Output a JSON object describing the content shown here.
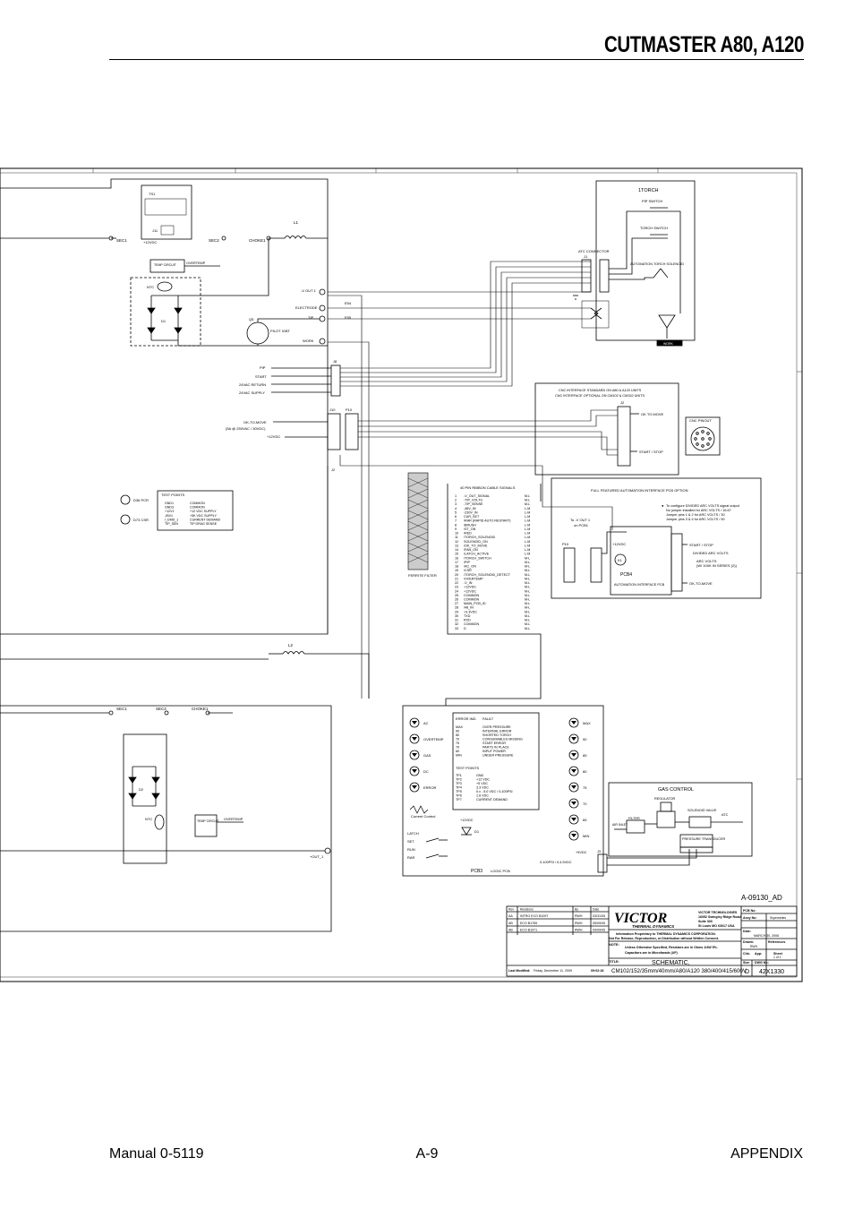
{
  "header": {
    "title": "CUTMASTER A80, A120"
  },
  "footer": {
    "left": "Manual 0-5119",
    "center": "A-9",
    "right": "APPENDIX"
  },
  "schematic": {
    "drawing_ref": "A-09130_AD",
    "labels": {
      "sec1_top": "SEC1",
      "sec2_top": "SEC2",
      "choke1_top": "CHOKE1",
      "l1": "L1",
      "l2": "L2",
      "ts1": "TS1",
      "j11": "J11",
      "plus12vdc": "+12VDC",
      "temp_circuit": "TEMP CIRCUIT",
      "overtemp": "OVERTEMP",
      "ntc": "NTC",
      "d1": "D1",
      "d2": "D2",
      "q5": "Q5",
      "pilot_igbt": "PILOT IGBT",
      "v_out_1": "-V OUT 1",
      "electrode": "ELECTRODE",
      "tip": "TIP",
      "work": "WORK",
      "e54": "E54",
      "e55": "E55",
      "j8": "J8",
      "pip": "PIP",
      "start": "START",
      "ac_return": "24VAC RETURN",
      "ac_supply": "24VAC SUPPLY",
      "j10": "J10",
      "p10": "P10",
      "ok_to_move": "OK-TO-MOVE",
      "ok_to_move_rating": "(5A @ 250VAC / 30VDC)",
      "j2": "J2",
      "ds6": "D36 PCR",
      "ds7": "D73 CSR",
      "torch_title": "1TORCH",
      "pip_switch": "PIP SWITCH",
      "torch_switch": "TORCH SWITCH",
      "atc_connector": "ATC CONNECTOR",
      "j1": "J1",
      "automation_solenoid": "AUTOMATION TORCH SOLENOID",
      "work_clamp": "WORK",
      "cnc_title_1": "CNC INTERFACE STANDARD ON A80 & A120 UNITS",
      "cnc_title_2": "CNC INTERFACE OPTIONAL ON CM102 & CM152 UNITS",
      "cnc_ok": "OK TO MOVE",
      "cnc_start": "START / STOP",
      "cnc_pinout": "CNC PINOUT",
      "ribbon_title": "40 PIN RIBBON CABLE SIGNALS",
      "ferrite": "FERRITE FILTER",
      "auto_title": "FULL FEATURED AUTOMATION INTERFACE PCB OPTION",
      "auto_note_1": "To configure DIVIDED ARC VOLTS signal output",
      "auto_note_2": "No jumper installed for ARC VOLTS / 16.67",
      "auto_note_3": "Jumper pins 1 & 2 for ARC VOLTS / 30",
      "auto_note_4": "Jumper pins 3 & 4 for ARC VOLTS / 50",
      "to_vout": "To -V OUT 1",
      "on_pcb1": "on PCB1",
      "pcb4": "PCB4",
      "auto_pcb": "AUTOMATION INTERFACE PCB",
      "auto_start": "START / STOP",
      "auto_div": "DIVIDED ARC VOLTS",
      "auto_arc": "ARC VOLTS",
      "auto_series": "(W/ 100K IN SERIES (2))",
      "auto_ok": "OK-TO-MOVE",
      "sec1_bot": "SEC1",
      "sec2_bot": "SEC2",
      "choke1_bot": "CHOKE1",
      "out1": "+OUT_1",
      "tp_title": "TEST POINTS",
      "led_ac": "AC",
      "led_overtemp": "OVERTEMP",
      "led_gas": "GAS",
      "led_dc": "DC",
      "led_error": "ERROR",
      "err_title_1": "ERROR IND.",
      "err_title_2": "FAULT",
      "tp2_title": "TEST POINTS",
      "current_control": "Current Control",
      "latch": "LATCH",
      "set": "SET",
      "run": "RUN",
      "rar": "RAR",
      "pcb3": "PCB3",
      "logic_pcb": "LOGIC PCB",
      "psi_max": "MAX",
      "psi_min": "MIN",
      "gas_control": "GAS CONTROL",
      "regulator": "REGULATOR",
      "solenoid_valve": "SOLENOID VALVE",
      "filter": "FILTER",
      "air_inlet": "AIR INLET",
      "atc": "ATC",
      "pressure_transducer": "PRESSURE TRANSDUCER",
      "transducer_range": "0-100PSI / 0-4.5VDC",
      "five_vdc": "+5VDC"
    },
    "test_points_top": [
      [
        "GND1",
        "COMMON"
      ],
      [
        "GND3",
        "COMMON"
      ],
      [
        "+12V1",
        "+12 VDC SUPPLY"
      ],
      [
        "-IBV1",
        "+5K VDC SUPPLY"
      ],
      [
        "I_DMD_1",
        "CURRENT DEMAND"
      ],
      [
        "TIP_SEN",
        "TIP DRAG SENSE"
      ]
    ],
    "ribbon_signals": [
      [
        "1",
        "-V_OUT_SIGNAL",
        "M-L"
      ],
      [
        "2",
        "-TIP_VOLTS",
        "M-L"
      ],
      [
        "3",
        "-TIP_SENSE",
        "M-L"
      ],
      [
        "4",
        "-48V_IN",
        "L-M"
      ],
      [
        "5",
        "-230V_IN",
        "L-M"
      ],
      [
        "6",
        "CUR_SET",
        "L-M"
      ],
      [
        "7",
        "/RAR (RAPID AUTO RESTART)",
        "L-M"
      ],
      [
        "8",
        "/BRUSH",
        "L-M"
      ],
      [
        "9",
        "/ST_ON",
        "L-M"
      ],
      [
        "10",
        "/RED",
        "L-M"
      ],
      [
        "11",
        "/TORCH_SOLENOID",
        "L-M"
      ],
      [
        "12",
        "SOLENOID_ON",
        "L-M"
      ],
      [
        "13",
        "/OK_TO_MOVE",
        "L-M"
      ],
      [
        "14",
        "/FAN_ON",
        "L-M"
      ],
      [
        "15",
        "/LATCH_ACTIVE",
        "L-M"
      ],
      [
        "16",
        "/TORCH_SWITCH",
        "M-L"
      ],
      [
        "17",
        "/PIP",
        "M-L"
      ],
      [
        "18",
        "/AC_ON",
        "M-L"
      ],
      [
        "19",
        "/CSR",
        "M-L"
      ],
      [
        "20",
        "/TORCH_SOLENOID_DETECT",
        "M-L"
      ],
      [
        "21",
        "/OVERTEMP",
        "M-L"
      ],
      [
        "22",
        "-V_IN",
        "M-L"
      ],
      [
        "23",
        "+12VDC",
        "M-L"
      ],
      [
        "24",
        "+12VDC",
        "M-L"
      ],
      [
        "25",
        "COMMON",
        "M-L"
      ],
      [
        "26",
        "COMMON",
        "M-L"
      ],
      [
        "27",
        "MAIN_PCB_ID",
        "M-L"
      ],
      [
        "28",
        "/48_IN",
        "M-L"
      ],
      [
        "29",
        "+3.3VDC",
        "M-L"
      ],
      [
        "30",
        "TXD",
        "M-L"
      ],
      [
        "31",
        "RXD",
        "M-L"
      ],
      [
        "32",
        "COMMON",
        "M-L"
      ],
      [
        "33",
        "D",
        "M-L"
      ]
    ],
    "error_table": [
      [
        "MAX",
        "OVER PRESSURE"
      ],
      [
        "90",
        "INTERNAL ERROR"
      ],
      [
        "80",
        "SHORTED TORCH"
      ],
      [
        "70",
        "CONSUMABLES MISSING"
      ],
      [
        "75",
        "START ERROR"
      ],
      [
        "70",
        "PARTS IN PLACE"
      ],
      [
        "60",
        "INPUT POWER"
      ],
      [
        "MIN",
        "UNDER PRESSURE"
      ]
    ],
    "test_points_logic": [
      [
        "TP1",
        "GND"
      ],
      [
        "TP2",
        "+12 VDC"
      ],
      [
        "TP3",
        "+5 VDC"
      ],
      [
        "TP4",
        "3.3 VDC"
      ],
      [
        "TP5",
        "0.x - 5.0 VDC / 0-100PSI"
      ],
      [
        "TP6",
        "1.6 VDC"
      ],
      [
        "TP7",
        "CURRENT DEMAND"
      ]
    ],
    "pressure_leds": [
      "MAX",
      "90",
      "85",
      "80",
      "75",
      "70",
      "65",
      "MIN"
    ]
  },
  "title_block": {
    "rev_headers": [
      "Rev",
      "Revisions",
      "By",
      "Date"
    ],
    "revisions": [
      [
        "AA",
        "INTRO ECO B1097",
        "RWH",
        "03/31/05"
      ],
      [
        "AB",
        "ECO B1765",
        "RWH",
        "05/09/05"
      ],
      [
        "AB",
        "ECO B1971",
        "RWH",
        "09/09/05"
      ]
    ],
    "brand": "VICTOR",
    "brand_sub": "THERMAL DYNAMICS",
    "company_1": "VICTOR TECHNOLOGIES",
    "company_2": "16052 Swingley Ridge Road",
    "company_3": "Suite 300",
    "company_4": "St Louis MO 63017 USA",
    "proprietary_1": "Information Proprietary to THERMAL DYNAMICS CORPORATION.",
    "proprietary_2": "Not For Release, Reproduction, or Distribution without Written Consent.",
    "note_label": "NOTE:",
    "note_text_1": "Unless Otherwise Specified, Resistors are in Ohms 1/4W 5%.",
    "note_text_2": "Capacitors are in Microfarads (UF)",
    "title_label": "TITLE:",
    "title_1": "SCHEMATIC,",
    "title_2": "CM102/152/35mm/40mm/A80/A120 380/400/415/600V",
    "pcb_no": "PCB No:",
    "assy_no": "Assy No:",
    "supersedes": "Supersedes",
    "date_label": "Date:",
    "date_value": "MARCH 30, 2006",
    "drawn_label": "Drawn:",
    "drawn_value": "RWH",
    "references": "References",
    "chk_label": "Chk:",
    "app_label": "App:",
    "sheet_label": "Sheet",
    "sheet_value": "1 of 1",
    "size_label": "Size",
    "size_value": "D",
    "dwg_label": "DWG No:",
    "dwg_value": "42X1330",
    "last_modified_label": "Last Modified:",
    "last_modified_value": "Friday, December 11, 2009",
    "last_modified_time": "09:02:18"
  }
}
